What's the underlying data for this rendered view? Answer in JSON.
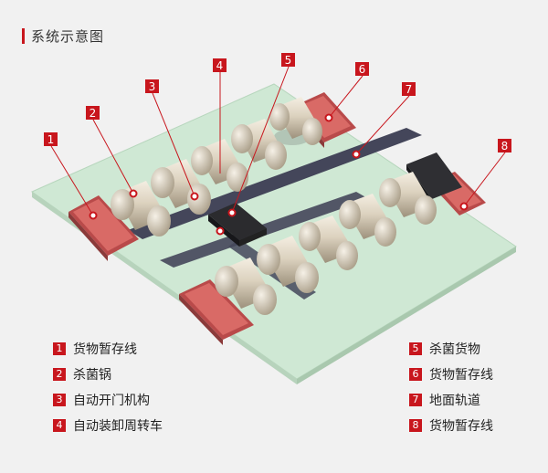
{
  "title": "系统示意图",
  "accent_color": "#c8161d",
  "callouts": [
    "1",
    "2",
    "3",
    "4",
    "5",
    "6",
    "7",
    "8"
  ],
  "legend": {
    "left": [
      {
        "num": "1",
        "label": "货物暂存线"
      },
      {
        "num": "2",
        "label": "杀菌锅"
      },
      {
        "num": "3",
        "label": "自动开门机构"
      },
      {
        "num": "4",
        "label": "自动装卸周转车"
      }
    ],
    "right": [
      {
        "num": "5",
        "label": "杀菌货物"
      },
      {
        "num": "6",
        "label": "货物暂存线"
      },
      {
        "num": "7",
        "label": "地面轨道"
      },
      {
        "num": "8",
        "label": "货物暂存线"
      }
    ]
  }
}
